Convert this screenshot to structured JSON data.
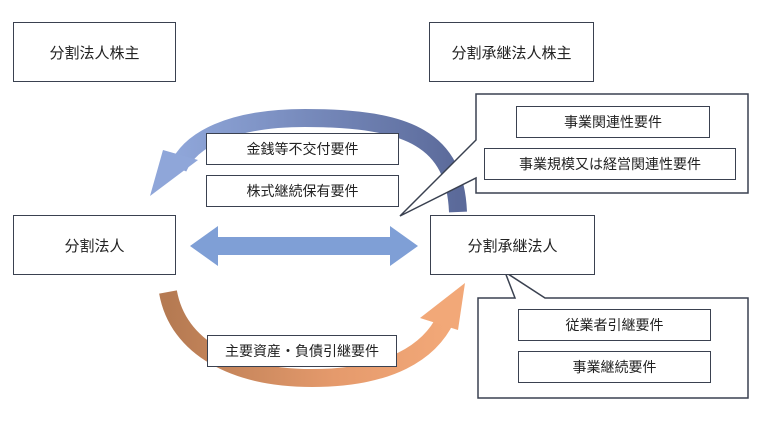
{
  "shareholders_splitting": "分割法人株主",
  "shareholders_successor": "分割承継法人株主",
  "splitting_corp": "分割法人",
  "successor_corp": "分割承継法人",
  "req_no_cash": "金銭等不交付要件",
  "req_share_hold": "株式継続保有要件",
  "req_asset_transfer": "主要資産・負債引継要件",
  "callout_top": {
    "item1": "事業関連性要件",
    "item2": "事業規模又は経営関連性要件"
  },
  "callout_bottom": {
    "item1": "従業者引継要件",
    "item2": "事業継続要件"
  },
  "colors": {
    "top_arrow_start": "#8fa6d9",
    "top_arrow_end": "#5b6a9a",
    "double_arrow": "#7f9fd6",
    "bottom_arrow_start": "#b57a52",
    "bottom_arrow_end": "#f2a878",
    "border": "#3a4150"
  }
}
